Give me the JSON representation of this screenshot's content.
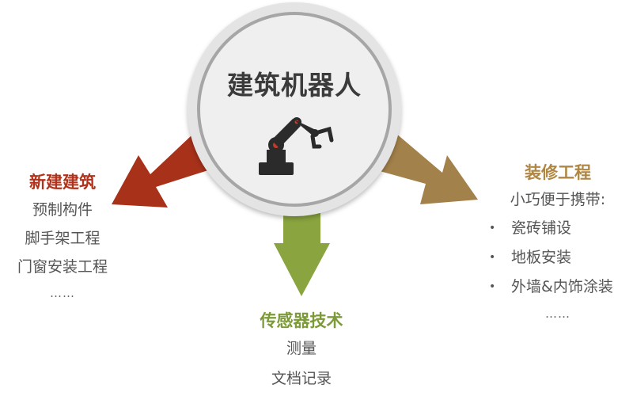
{
  "hub": {
    "title": "建筑机器人",
    "icon": "robot-arm-icon"
  },
  "branches": {
    "left": {
      "title": "新建建筑",
      "items": [
        "预制构件",
        "脚手架工程",
        "门窗安装工程"
      ],
      "more": "……"
    },
    "bottom": {
      "title": "传感器技术",
      "items": [
        "测量",
        "文档记录"
      ]
    },
    "right": {
      "title": "装修工程",
      "intro": "小巧便于携带:",
      "bullets": [
        "瓷砖铺设",
        "地板安装",
        "外墙&内饰涂装"
      ],
      "bullet_glyph": "•",
      "more": "……"
    }
  },
  "colors": {
    "left": "#b1321a",
    "bottom": "#7c9a37",
    "right": "#b08643",
    "hub_ring": "#a6a6a6",
    "hub_fill": "#efefef"
  }
}
